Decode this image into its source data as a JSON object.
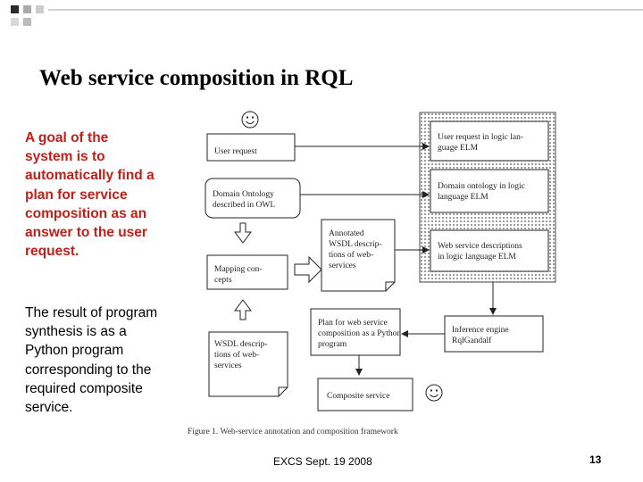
{
  "slide": {
    "title": "Web service composition in RQL",
    "goal_text": "A goal of the system is to automatically find a plan for service composition as an answer to the user request.",
    "result_text": "The result of program synthesis is as a Python program corresponding to the required composite service.",
    "footer": "EXCS Sept. 19 2008",
    "page_number": "13"
  },
  "colors": {
    "goal_text": "#c02018",
    "decoration": "#c0c0c0"
  },
  "diagram": {
    "boxes": {
      "user_request": [
        "User request"
      ],
      "domain_ontology": [
        "Domain Ontology",
        "described in OWL"
      ],
      "mapping_concepts": [
        "Mapping    con-",
        "cepts"
      ],
      "wsdl_descriptions": [
        "WSDL descrip-",
        "tions   of   web-",
        "services"
      ],
      "annotated_wsdl": [
        "Annotated",
        "WSDL  descrip-",
        "tions   of   web-",
        "services"
      ],
      "user_request_elm": [
        "User request in logic lan-",
        "guage ELM"
      ],
      "domain_ontology_elm": [
        "Domain ontology in logic",
        "language ELM"
      ],
      "web_service_elm": [
        "Web service descriptions",
        "in logic language ELM"
      ],
      "plan": [
        "Plan for web service",
        "composition as a Python",
        "program"
      ],
      "inference_engine": [
        "Inference engine",
        "RqlGandalf"
      ],
      "composite_service": [
        "Composite service"
      ]
    },
    "caption": "Figure 1. Web-service annotation and composition framework",
    "icons": [
      "smiley-icon",
      "smiley-icon"
    ]
  }
}
